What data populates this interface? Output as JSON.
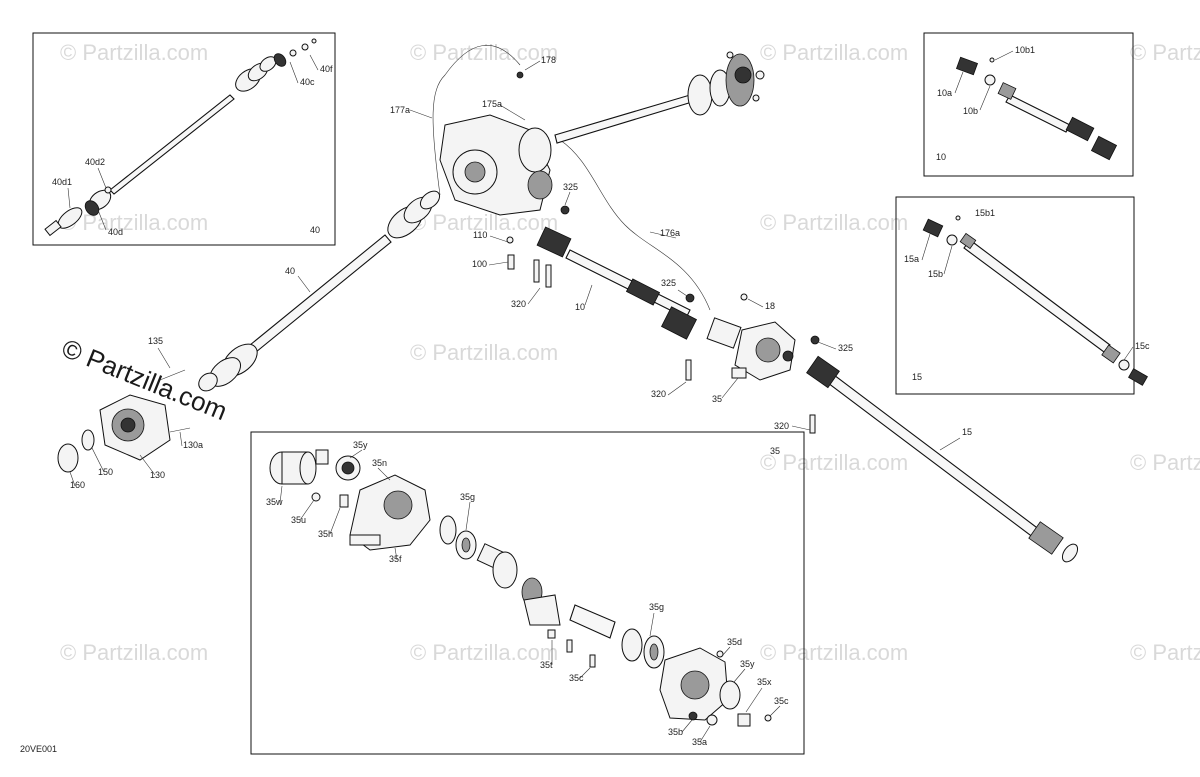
{
  "diagram": {
    "drawing_code": "20VE001",
    "watermark_text": "© Partzilla.com",
    "watermark_prominent": "© Partzilla.com",
    "boxes": {
      "box40": {
        "number": "40"
      },
      "box10": {
        "number": "10"
      },
      "box15": {
        "number": "15"
      },
      "box35": {
        "number": "35"
      }
    },
    "callouts": {
      "c40f": "40f",
      "c40c": "40c",
      "c40d2": "40d2",
      "c40d1": "40d1",
      "c40d": "40d",
      "c178": "178",
      "c177a": "177a",
      "c175a": "175a",
      "c325a": "325",
      "c110": "110",
      "c100": "100",
      "c176a": "176a",
      "c320a": "320",
      "c10": "10",
      "c325b": "325",
      "c18": "18",
      "c325c": "325",
      "c320b": "320",
      "c35": "35",
      "c320c": "320",
      "c15": "15",
      "c40": "40",
      "c135": "135",
      "c130a": "130a",
      "c150": "150",
      "c160": "160",
      "c130": "130",
      "c10b1": "10b1",
      "c10a": "10a",
      "c10b": "10b",
      "c15b1": "15b1",
      "c15a": "15a",
      "c15b": "15b",
      "c15c": "15c",
      "c35y": "35y",
      "c35n": "35n",
      "c35w": "35w",
      "c35u": "35u",
      "c35h": "35h",
      "c35g": "35g",
      "c35f": "35f",
      "c35g2": "35g",
      "c35d": "35d",
      "c35y2": "35y",
      "c35x": "35x",
      "c35c": "35c",
      "c35t": "35t",
      "c35c2": "35c",
      "c35b": "35b",
      "c35a": "35a"
    }
  }
}
